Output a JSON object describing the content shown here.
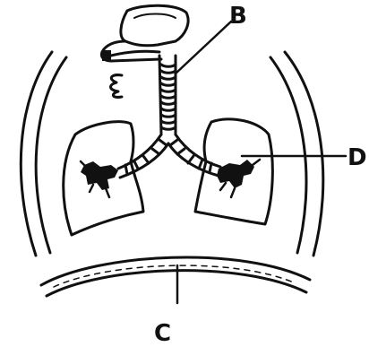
{
  "labels": {
    "b": "B",
    "c": "C",
    "d": "D"
  },
  "colors": {
    "ink": "#111111",
    "background": "#ffffff"
  }
}
